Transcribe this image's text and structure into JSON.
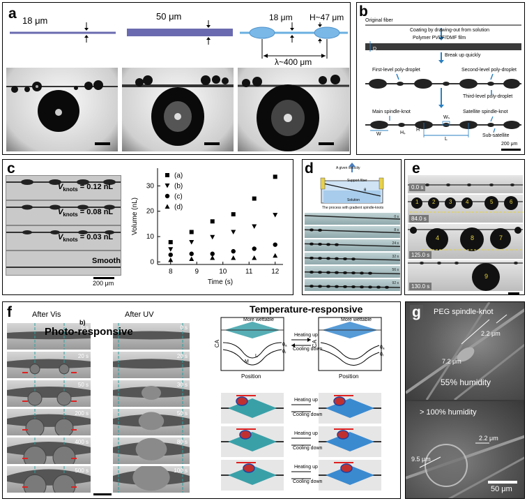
{
  "panels": {
    "a": {
      "label": "a",
      "fiber1": "18 μm",
      "fiber2": "50 μm",
      "fiber3_d": "18 μm",
      "fiber3_h": "H~47 μm",
      "fiber3_lambda": "λ~400 μm"
    },
    "b": {
      "label": "b",
      "original": "Original fiber",
      "coating": "Coating by drawing-out from solution",
      "film": "Polymer PVDF/DMF film",
      "D": "D",
      "breakup": "Break up quickly",
      "first": "First-level poly-droplet",
      "second": "Second-level poly-droplet",
      "third": "Third-level poly-droplet",
      "main": "Main spindle-knot",
      "satellite": "Satellite spindle-knot",
      "W": "W",
      "Hs": "Hₛ",
      "H": "H",
      "Ws": "Wₛ",
      "L": "L",
      "sub": "Sub-satellite",
      "scale": "200 μm"
    },
    "c": {
      "label": "c",
      "v1": "= 0.12 nL",
      "v2": "= 0.08 nL",
      "v3": "= 0.03 nL",
      "vprefix": "V",
      "vsub": "knots",
      "smooth": "Smooth",
      "scale": "200 μm"
    },
    "d": {
      "label": "d",
      "velocity": "A given velocity",
      "support": "Support fiber",
      "theta": "θ",
      "solution": "Solution",
      "process": "The process with gradient spindle-knots",
      "times": [
        "0 s",
        "8 s",
        "24 s",
        "32 s",
        "56 s",
        "92 s"
      ]
    },
    "e": {
      "label": "e",
      "times": [
        "0.0 s",
        "84.0 s",
        "125.0 s",
        "130.0 s"
      ],
      "nums_row2": [
        "1",
        "2",
        "3",
        "4",
        "5",
        "6"
      ],
      "nums_row3": [
        "4",
        "8",
        "7"
      ],
      "num_row4": "9"
    },
    "f": {
      "label": "f",
      "after_vis": "After Vis",
      "after_uv": "After UV",
      "photo": "Photo-responsive",
      "b_label": "b)",
      "vis_times": [
        "0 s",
        "20 s",
        "50 s",
        "200 s",
        "400 s",
        "500 s"
      ],
      "uv_times": [
        "0 s",
        "20 s",
        "30 s",
        "50 s",
        "80 s",
        "100 s"
      ],
      "temp": "Temperature-responsive",
      "more_wettable": "More wettable",
      "heating": "Heating up",
      "cooling": "Cooling down",
      "ca": "CA",
      "position": "Position",
      "M": "M",
      "L": "L",
      "theta_a": "θₐ",
      "theta_r": "θᵣ"
    },
    "g": {
      "label": "g",
      "peg": "PEG spindle-knot",
      "top_a": "2.2 μm",
      "top_b": "7.2 μm",
      "hum1": "55% humidity",
      "hum2": "> 100% humidity",
      "bot_a": "2.2 μm",
      "bot_b": "9.5 μm",
      "scale": "50 μm"
    }
  },
  "chart_data": {
    "type": "scatter",
    "xlabel": "Time (s)",
    "ylabel": "Volume (nL)",
    "xlim": [
      7.5,
      12.3
    ],
    "ylim": [
      -1,
      37
    ],
    "xticks": [
      "8",
      "9",
      "10",
      "11",
      "12"
    ],
    "yticks": [
      "0",
      "10",
      "20",
      "30"
    ],
    "legend_position": "top-left",
    "series": [
      {
        "name": "(a)",
        "marker": "square",
        "x": [
          8,
          8.8,
          9.6,
          10.4,
          11.2,
          12
        ],
        "y": [
          7.8,
          11.8,
          16,
          18.8,
          25,
          33.6
        ]
      },
      {
        "name": "(b)",
        "marker": "triangle-down",
        "x": [
          8,
          8.8,
          9.6,
          10.4,
          11.2,
          12
        ],
        "y": [
          5,
          7.8,
          9.8,
          11.8,
          14,
          18.5
        ]
      },
      {
        "name": "(c)",
        "marker": "circle",
        "x": [
          8,
          8.8,
          9.6,
          10.4,
          11.2,
          12
        ],
        "y": [
          2.8,
          3.2,
          3.2,
          4.2,
          5.2,
          6.8
        ]
      },
      {
        "name": "(d)",
        "marker": "triangle-up",
        "x": [
          8,
          8.8,
          9.6,
          10.4,
          11.2,
          12
        ],
        "y": [
          0.8,
          1.2,
          1.6,
          1.6,
          1.6,
          2.5
        ]
      }
    ]
  }
}
